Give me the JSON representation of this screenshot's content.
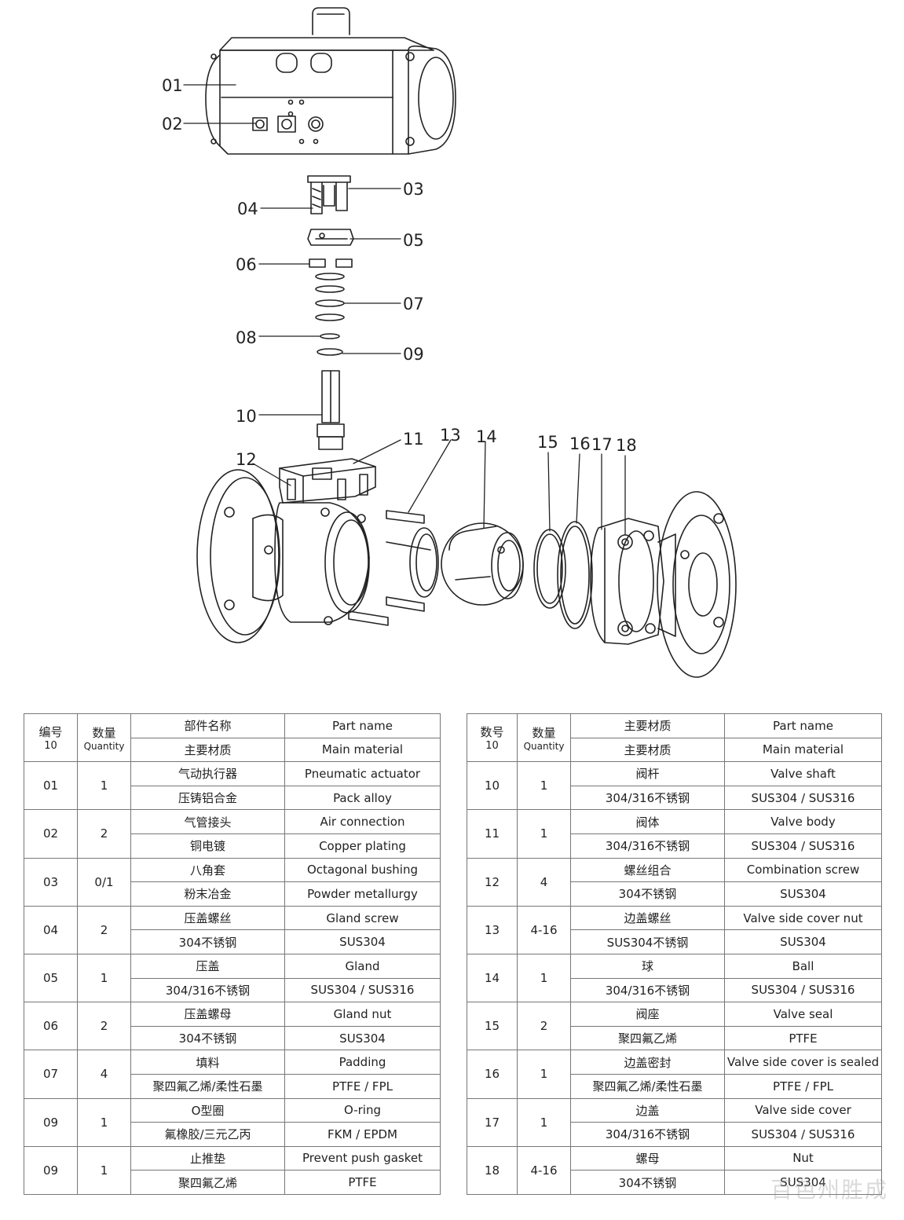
{
  "callouts": [
    {
      "id": "01",
      "label": "01"
    },
    {
      "id": "02",
      "label": "02"
    },
    {
      "id": "03",
      "label": "03"
    },
    {
      "id": "04",
      "label": "04"
    },
    {
      "id": "05",
      "label": "05"
    },
    {
      "id": "06",
      "label": "06"
    },
    {
      "id": "07",
      "label": "07"
    },
    {
      "id": "08",
      "label": "08"
    },
    {
      "id": "09",
      "label": "09"
    },
    {
      "id": "10",
      "label": "10"
    },
    {
      "id": "11",
      "label": "11"
    },
    {
      "id": "12",
      "label": "12"
    },
    {
      "id": "13",
      "label": "13"
    },
    {
      "id": "14",
      "label": "14"
    },
    {
      "id": "15",
      "label": "15"
    },
    {
      "id": "16",
      "label": "16"
    },
    {
      "id": "17",
      "label": "17"
    },
    {
      "id": "18",
      "label": "18"
    }
  ],
  "table_left": {
    "header": {
      "no_cn": "编号",
      "no_en": "10",
      "qty_cn": "数量",
      "qty_en": "Quantity",
      "name_cn": "部件名称",
      "name_en": "Part name",
      "mat_cn": "主要材质",
      "mat_en": "Main material"
    },
    "rows": [
      {
        "no": "01",
        "qty": "1",
        "name_cn": "气动执行器",
        "name_en": "Pneumatic actuator",
        "mat_cn": "压铸铝合金",
        "mat_en": "Pack alloy"
      },
      {
        "no": "02",
        "qty": "2",
        "name_cn": "气管接头",
        "name_en": "Air connection",
        "mat_cn": "铜电镀",
        "mat_en": "Copper plating"
      },
      {
        "no": "03",
        "qty": "0/1",
        "name_cn": "八角套",
        "name_en": "Octagonal bushing",
        "mat_cn": "粉末冶金",
        "mat_en": "Powder metallurgy"
      },
      {
        "no": "04",
        "qty": "2",
        "name_cn": "压盖螺丝",
        "name_en": "Gland screw",
        "mat_cn": "304不锈钢",
        "mat_en": "SUS304"
      },
      {
        "no": "05",
        "qty": "1",
        "name_cn": "压盖",
        "name_en": "Gland",
        "mat_cn": "304/316不锈钢",
        "mat_en": "SUS304 / SUS316"
      },
      {
        "no": "06",
        "qty": "2",
        "name_cn": "压盖螺母",
        "name_en": "Gland nut",
        "mat_cn": "304不锈钢",
        "mat_en": "SUS304"
      },
      {
        "no": "07",
        "qty": "4",
        "name_cn": "填料",
        "name_en": "Padding",
        "mat_cn": "聚四氟乙烯/柔性石墨",
        "mat_en": "PTFE / FPL"
      },
      {
        "no": "09",
        "qty": "1",
        "name_cn": "O型圈",
        "name_en": "O-ring",
        "mat_cn": "氟橡胶/三元乙丙",
        "mat_en": "FKM / EPDM"
      },
      {
        "no": "09",
        "qty": "1",
        "name_cn": "止推垫",
        "name_en": "Prevent push gasket",
        "mat_cn": "聚四氟乙烯",
        "mat_en": "PTFE"
      }
    ]
  },
  "table_right": {
    "header": {
      "no_cn": "数号",
      "no_en": "10",
      "qty_cn": "数量",
      "qty_en": "Quantity",
      "name_cn": "主要材质",
      "name_en": "Part name",
      "mat_cn": "主要材质",
      "mat_en": "Main material"
    },
    "rows": [
      {
        "no": "10",
        "qty": "1",
        "name_cn": "阀杆",
        "name_en": "Valve shaft",
        "mat_cn": "304/316不锈钢",
        "mat_en": "SUS304 / SUS316"
      },
      {
        "no": "11",
        "qty": "1",
        "name_cn": "阀体",
        "name_en": "Valve body",
        "mat_cn": "304/316不锈钢",
        "mat_en": "SUS304 / SUS316"
      },
      {
        "no": "12",
        "qty": "4",
        "name_cn": "螺丝组合",
        "name_en": "Combination screw",
        "mat_cn": "304不锈钢",
        "mat_en": "SUS304"
      },
      {
        "no": "13",
        "qty": "4-16",
        "name_cn": "边盖螺丝",
        "name_en": "Valve side cover nut",
        "mat_cn": "SUS304不锈钢",
        "mat_en": "SUS304"
      },
      {
        "no": "14",
        "qty": "1",
        "name_cn": "球",
        "name_en": "Ball",
        "mat_cn": "304/316不锈钢",
        "mat_en": "SUS304 / SUS316"
      },
      {
        "no": "15",
        "qty": "2",
        "name_cn": "阀座",
        "name_en": "Valve seal",
        "mat_cn": "聚四氟乙烯",
        "mat_en": "PTFE"
      },
      {
        "no": "16",
        "qty": "1",
        "name_cn": "边盖密封",
        "name_en": "Valve side cover is sealed",
        "mat_cn": "聚四氟乙烯/柔性石墨",
        "mat_en": "PTFE / FPL"
      },
      {
        "no": "17",
        "qty": "1",
        "name_cn": "边盖",
        "name_en": "Valve side cover",
        "mat_cn": "304/316不锈钢",
        "mat_en": "SUS304 / SUS316"
      },
      {
        "no": "18",
        "qty": "4-16",
        "name_cn": "螺母",
        "name_en": "Nut",
        "mat_cn": "304不锈钢",
        "mat_en": "SUS304"
      }
    ]
  },
  "watermark": "百色州胜成"
}
